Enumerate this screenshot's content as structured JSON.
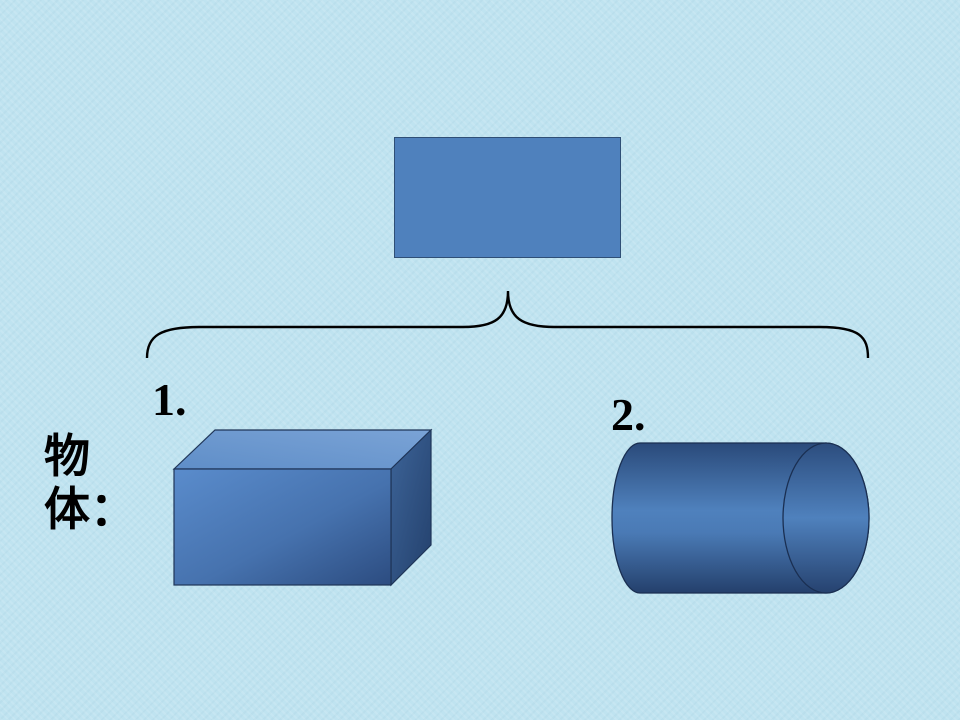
{
  "diagram": {
    "top_box": {
      "text": ""
    },
    "items": [
      {
        "number": "1.",
        "shape": "rectangular-prism"
      },
      {
        "number": "2.",
        "shape": "cylinder"
      }
    ],
    "label": {
      "line1": "物",
      "line2": "体："
    }
  },
  "colors": {
    "background": "#bfe3f0",
    "box_fill": "#4f81bd",
    "shape_dark": "#2a4a7a",
    "brace": "#000000"
  }
}
